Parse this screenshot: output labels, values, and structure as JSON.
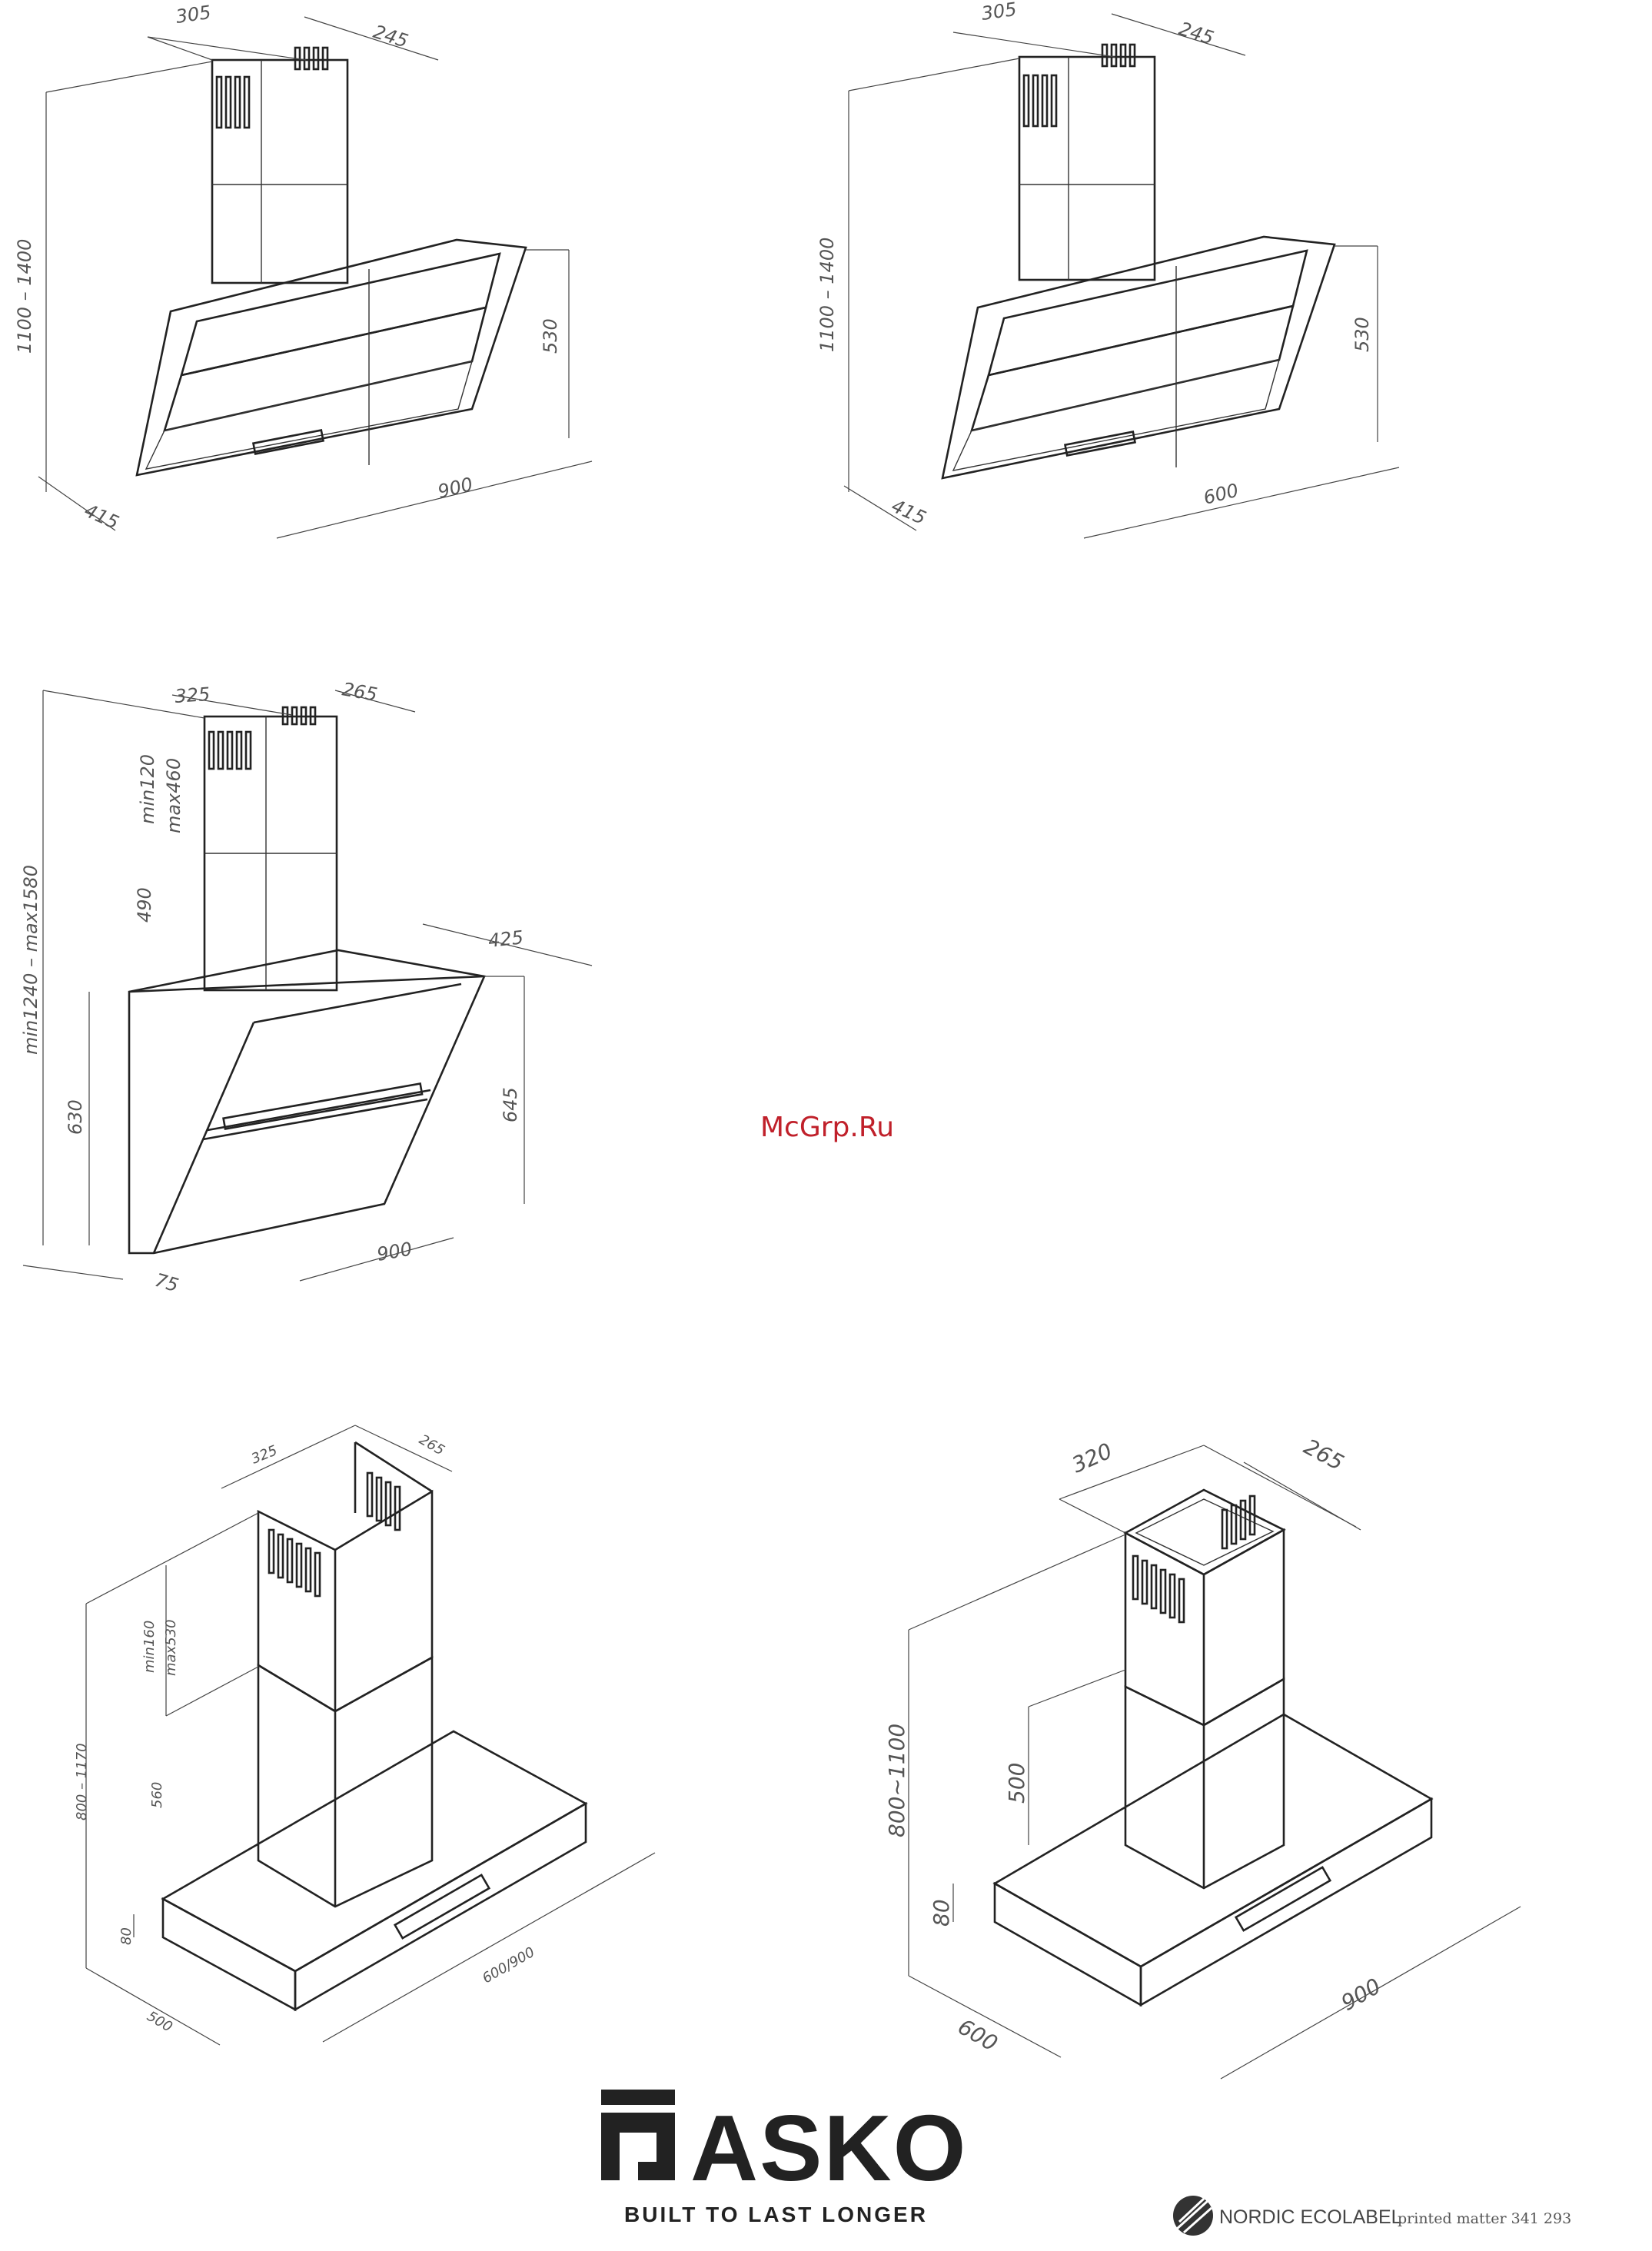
{
  "diagram_1": {
    "dims": [
      "305",
      "245",
      "1100 – 1400",
      "530",
      "415",
      "900"
    ]
  },
  "diagram_2": {
    "dims": [
      "305",
      "245",
      "1100 – 1400",
      "530",
      "415",
      "600"
    ]
  },
  "diagram_3": {
    "dims": [
      "325",
      "265",
      "min120",
      "max460",
      "min1240 – max1580",
      "490",
      "425",
      "630",
      "645",
      "75",
      "900"
    ]
  },
  "diagram_4": {
    "dims": [
      "325",
      "265",
      "min160",
      "max530",
      "800 – 1170",
      "560",
      "80",
      "500",
      "600/900"
    ]
  },
  "diagram_5": {
    "dims": [
      "320",
      "265",
      "800~1100",
      "500",
      "80",
      "600",
      "900"
    ]
  },
  "watermark": "McGrp.Ru",
  "brand": {
    "name": "ASKO",
    "tagline": "BUILT TO LAST LONGER"
  },
  "ecolabel": {
    "label": "NORDIC ECOLABEL",
    "note": "printed matter 341 293"
  }
}
